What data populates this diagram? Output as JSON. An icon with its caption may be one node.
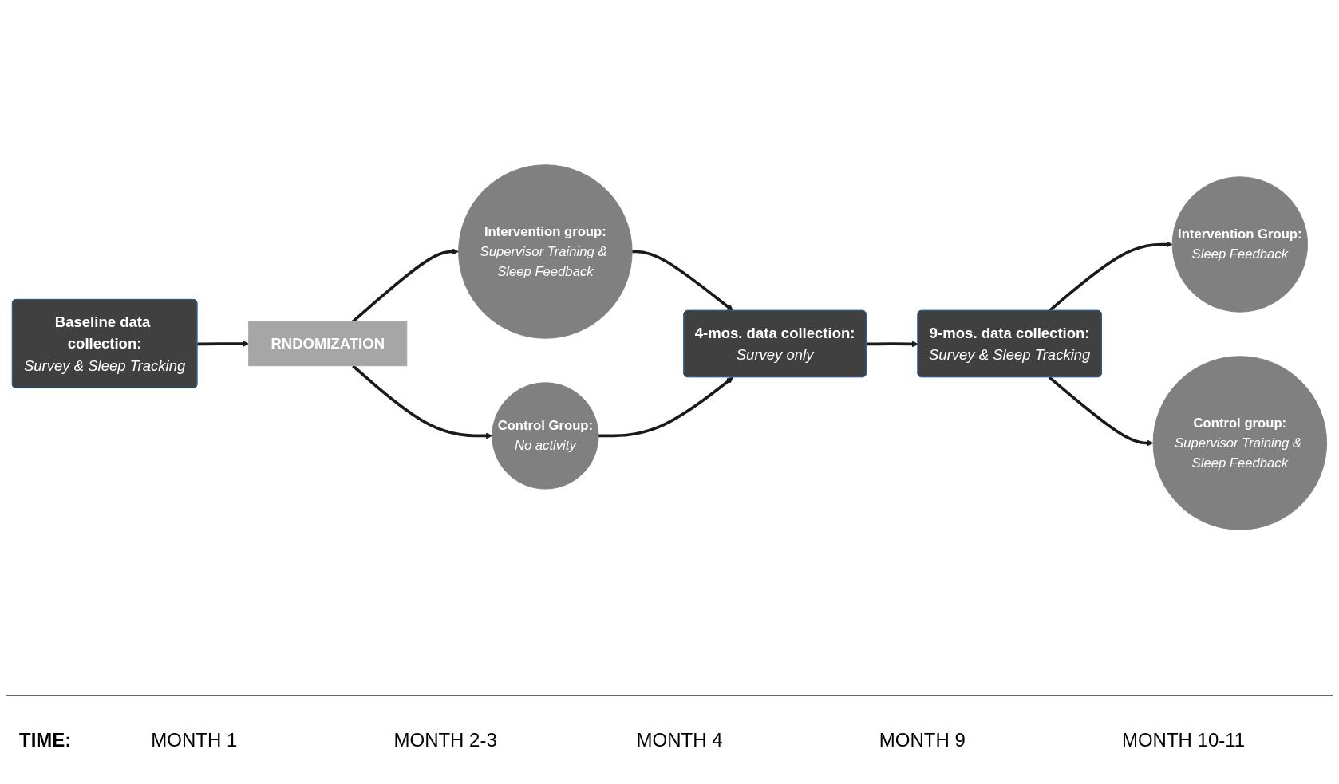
{
  "diagram": {
    "nodes": [
      {
        "text": [
          "Baseline data collection:",
          "Survey & Sleep Tracking"
        ]
      },
      {
        "text": [
          "RNDOMIZATION"
        ]
      },
      {
        "text": [
          "Intervention group:",
          "Supervisor Training & Sleep Feedback"
        ]
      },
      {
        "text": [
          "Control Group:",
          "No activity"
        ]
      },
      {
        "text": [
          "4-mos. data collection:",
          "Survey only"
        ]
      },
      {
        "text": [
          "9-mos. data collection:",
          "Survey & Sleep Tracking"
        ]
      },
      {
        "text": [
          "Intervention Group:",
          "Sleep Feedback"
        ]
      },
      {
        "text": [
          "Control group:",
          "Supervisor Training & Sleep Feedback"
        ]
      }
    ],
    "edges": [
      {
        "from": 0,
        "to": 1,
        "arrow": "to"
      },
      {
        "from": 1,
        "to": 2,
        "arrow": "to"
      },
      {
        "from": 1,
        "to": 3,
        "arrow": "to"
      },
      {
        "from": 2,
        "to": 4,
        "arrow": "to"
      },
      {
        "from": 3,
        "to": 4,
        "arrow": "to"
      },
      {
        "from": 4,
        "to": 5,
        "arrow": "to"
      },
      {
        "from": 5,
        "to": 6,
        "arrow": "to"
      },
      {
        "from": 5,
        "to": 7,
        "arrow": "to"
      }
    ],
    "labels": [
      "TIME:",
      "MONTH 1",
      "MONTH 2-3",
      "MONTH 4",
      "MONTH 9",
      "MONTH 10-11"
    ]
  }
}
